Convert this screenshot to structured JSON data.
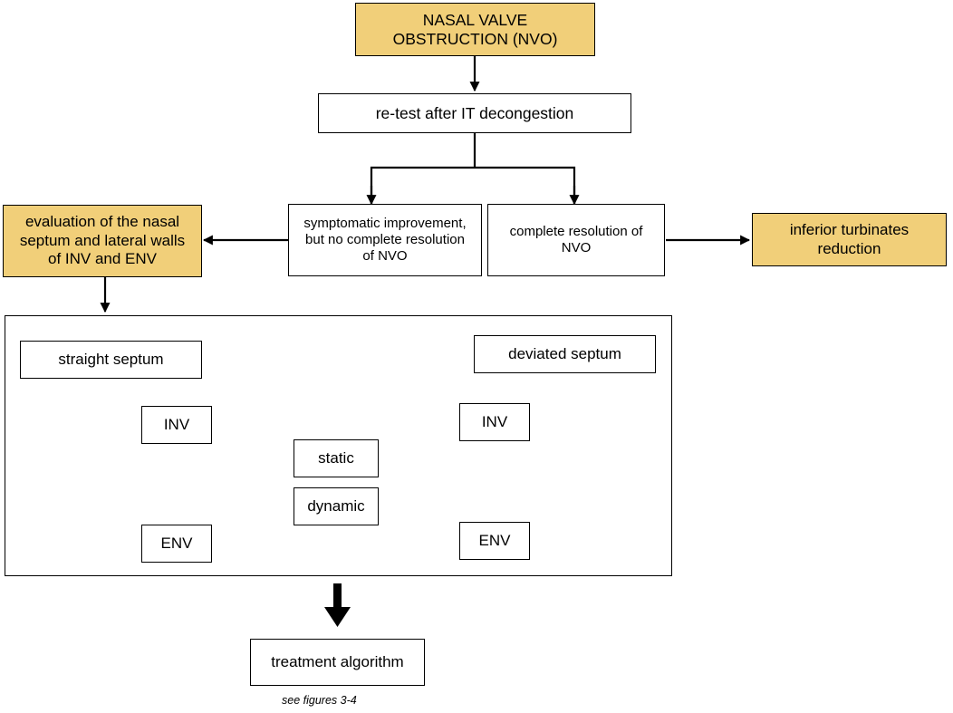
{
  "colors": {
    "highlight": "#f1cf79",
    "line": "#000000",
    "background": "#ffffff"
  },
  "nodes": {
    "nvo": [
      "NASAL VALVE",
      "OBSTRUCTION (NVO)"
    ],
    "retest": [
      "re-test after IT decongestion"
    ],
    "symptomatic": [
      "symptomatic improvement,",
      "but no complete resolution",
      "of NVO"
    ],
    "complete": [
      "complete resolution of",
      "NVO"
    ],
    "evaluation": [
      "evaluation of the nasal",
      "septum and lateral walls",
      "of INV and ENV"
    ],
    "turbinates": [
      "inferior turbinates",
      "reduction"
    ],
    "straight": [
      "straight septum"
    ],
    "deviated": [
      "deviated septum"
    ],
    "inv_left": [
      "INV"
    ],
    "env_left": [
      "ENV"
    ],
    "static": [
      "static"
    ],
    "dynamic": [
      "dynamic"
    ],
    "inv_right": [
      "INV"
    ],
    "env_right": [
      "ENV"
    ],
    "treatment": [
      "treatment algorithm"
    ]
  },
  "caption": "see figures 3-4"
}
